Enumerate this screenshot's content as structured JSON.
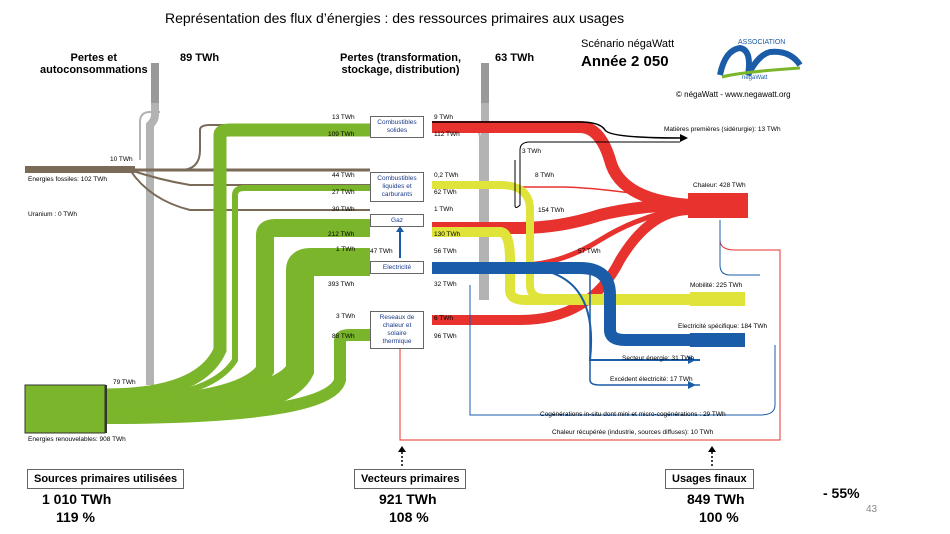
{
  "title": "Représentation des flux d’énergies : des ressources primaires aux usages",
  "scenario": "Scénario négaWatt",
  "year": "Année 2 050",
  "association": {
    "top": "ASSOCIATION",
    "bottom": "négaWatt"
  },
  "copyright": "© négaWatt - www.negawatt.org",
  "losses_auto": {
    "label": "Pertes et\nautoconsommations",
    "value": "89 TWh"
  },
  "losses_transfo": {
    "label": "Pertes (transformation,\nstockage, distribution)",
    "value": "63 TWh"
  },
  "sources": {
    "fossil": "Energies fossiles: 102 TWh",
    "uranium": "Uranium : 0 TWh",
    "renew": "Energies renouvelables: 908 TWh"
  },
  "vectors": {
    "solid": "Combustibles solides",
    "liquid": "Combustibles liquides et carburants",
    "gas": "Gaz",
    "elec": "Electricité",
    "heat": "Reseaux de chaleur et solaire thermique"
  },
  "uses": {
    "raw": "Matières premières (sidérurgie): 13 TWh",
    "heat": "Chaleur: 428 TWh",
    "mob": "Mobilité: 225 TWh",
    "elec": "Electricité spécifique: 184 TWh",
    "energy_sector": "Secteur énergie: 31 TWh",
    "excess": "Excédent électricité: 17 TWh",
    "cogen": "Cogénérations in-situ dont mini et micro-cogénérations : 29 TWh",
    "recovered": "Chaleur récupérée (industrie, sources diffuses): 10 TWh"
  },
  "flow_labels": {
    "f10": "10 TWh",
    "f79": "79 TWh",
    "l13": "13 TWh",
    "l109": "109 TWh",
    "l44": "44 TWh",
    "l27": "27 TWh",
    "l30": "30 TWh",
    "l212": "212 TWh",
    "l1": "1 TWh",
    "l393": "393 TWh",
    "l3": "3 TWh",
    "l88": "88 TWh",
    "l47": "47 TWh",
    "r9": "9 TWh",
    "r112": "112 TWh",
    "r3": "3 TWh",
    "r02": "0,2 TWh",
    "r62": "62 TWh",
    "r8": "8 TWh",
    "r1": "1 TWh",
    "r154": "154 TWh",
    "r130": "130 TWh",
    "r56": "56 TWh",
    "r57": "57 TWh",
    "r32": "32 TWh",
    "r6": "6 TWh",
    "r96": "96 TWh"
  },
  "bottom": {
    "sources_title": "Sources primaires utilisées",
    "sources_value": "1 010 TWh",
    "sources_pct": "119 %",
    "vectors_title": "Vecteurs primaires",
    "vectors_value": "921 TWh",
    "vectors_pct": "108 %",
    "uses_title": "Usages finaux",
    "uses_value": "849 TWh",
    "uses_pct": "100 %",
    "reduction": "-  55%",
    "page": "43"
  },
  "colors": {
    "renew": "#7bb52b",
    "fossil": "#7a6a58",
    "loss": "#b3b3b3",
    "heat": "#e8322e",
    "mobility": "#e0e43a",
    "elec": "#1a5ca8",
    "black": "#000000"
  }
}
